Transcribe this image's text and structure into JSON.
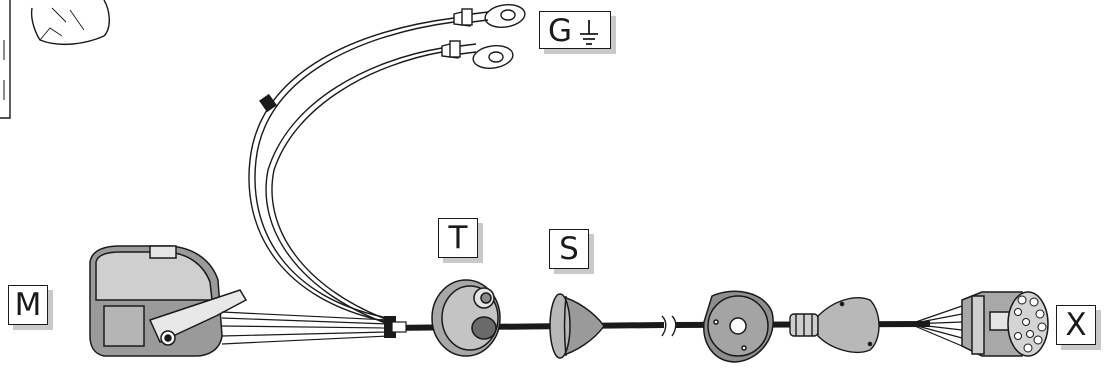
{
  "labels": {
    "ground": "G",
    "ground_symbol": "ground-symbol-icon",
    "toggle": "T",
    "seal": "S",
    "module": "M",
    "connector": "X"
  },
  "colors": {
    "line": "#1a1a1a",
    "shade": "#8c8c8c",
    "light": "#cfcfcf",
    "box_shadow": "#c9c9c9"
  }
}
